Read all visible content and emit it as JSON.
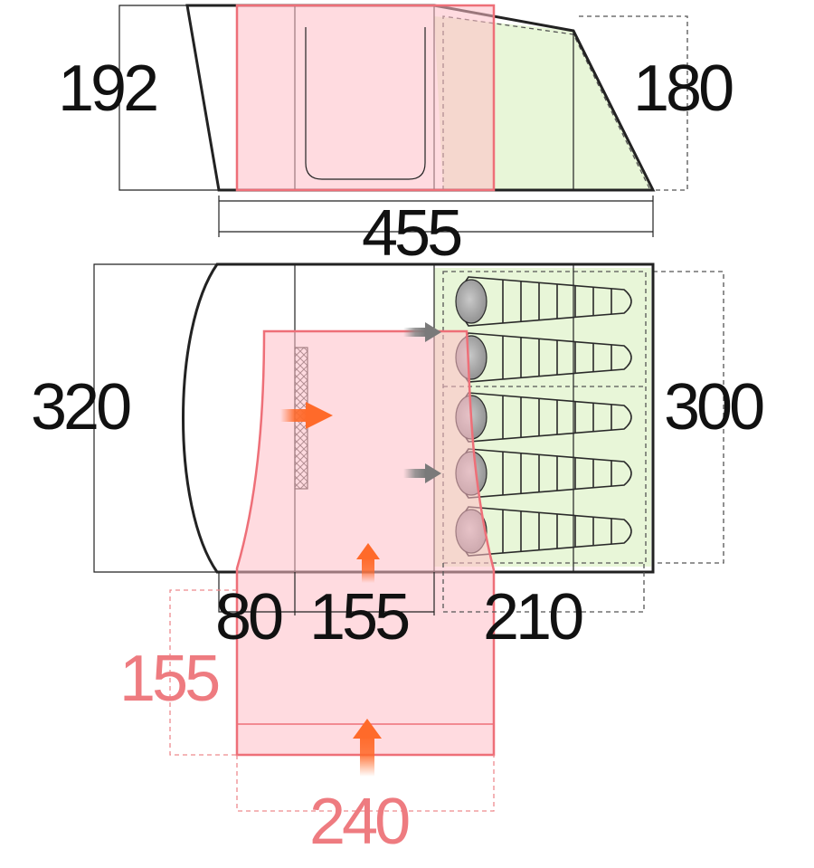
{
  "dimensions": {
    "side_height_front": "192",
    "side_height_rear": "180",
    "total_length": "455",
    "width_main": "320",
    "width_inner": "300",
    "porch_depth": "80",
    "living_length": "155",
    "bedroom_length": "210",
    "awning_depth": "155",
    "awning_width": "240"
  },
  "bedroom": {
    "sleeping_bags": 5
  },
  "colors": {
    "awning_fill": "#ffc0c8",
    "awning_stroke": "#ee6f78",
    "awning_label": "#ee7b80",
    "inner_tent": "#e8f6d8",
    "arrow_entry": "#ff6a2a",
    "arrow_door": "#8a8a8a",
    "outline": "#222222"
  }
}
